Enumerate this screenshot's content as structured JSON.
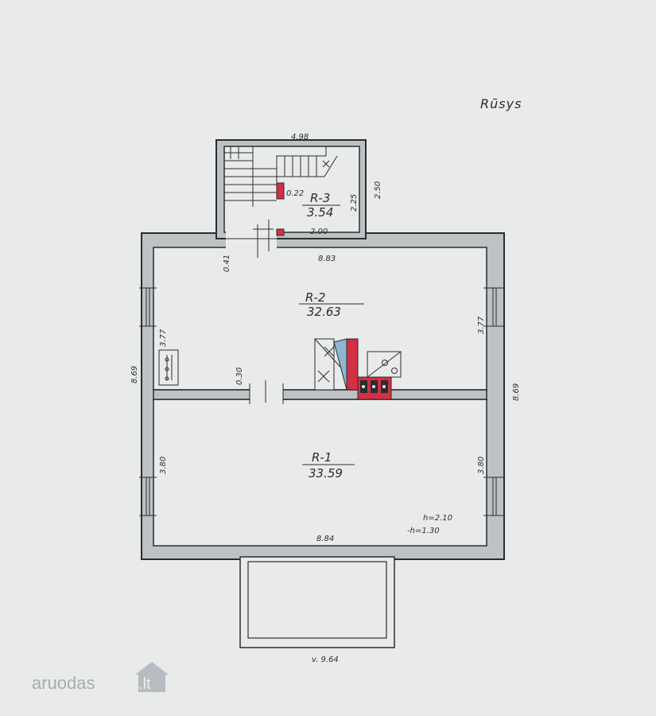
{
  "title": "Rūsys",
  "rooms": [
    {
      "id": "R-1",
      "area": "33.59"
    },
    {
      "id": "R-2",
      "area": "32.63"
    },
    {
      "id": "R-3",
      "area": "3.54"
    }
  ],
  "dimensions": {
    "r3_top": "4.98",
    "r3_right_outer": "2.50",
    "r3_right_inner": "2.25",
    "r3_bottom": "2.00",
    "r3_small": "0.22",
    "r2_top": "8.83",
    "r2_left_wall": "0.41",
    "r2_left": "3.77",
    "r2_right": "3.77",
    "partition": "0.30",
    "outer_left": "8.69",
    "outer_right": "8.69",
    "r1_left": "3.80",
    "r1_right": "3.80",
    "r1_bottom": "8.84",
    "annex_bottom": "v. 9.64"
  },
  "heights": {
    "h": "h=2.10",
    "minus_h": "-h=1.30"
  },
  "watermark": {
    "text": "aruodas",
    "suffix": ".lt"
  },
  "colors": {
    "paper": "#e9ebea",
    "wall": "#bfc2c4",
    "line": "#2a2c30",
    "red": "#d23045",
    "blue": "#8fb6cf",
    "brand": "#ff7a00"
  }
}
